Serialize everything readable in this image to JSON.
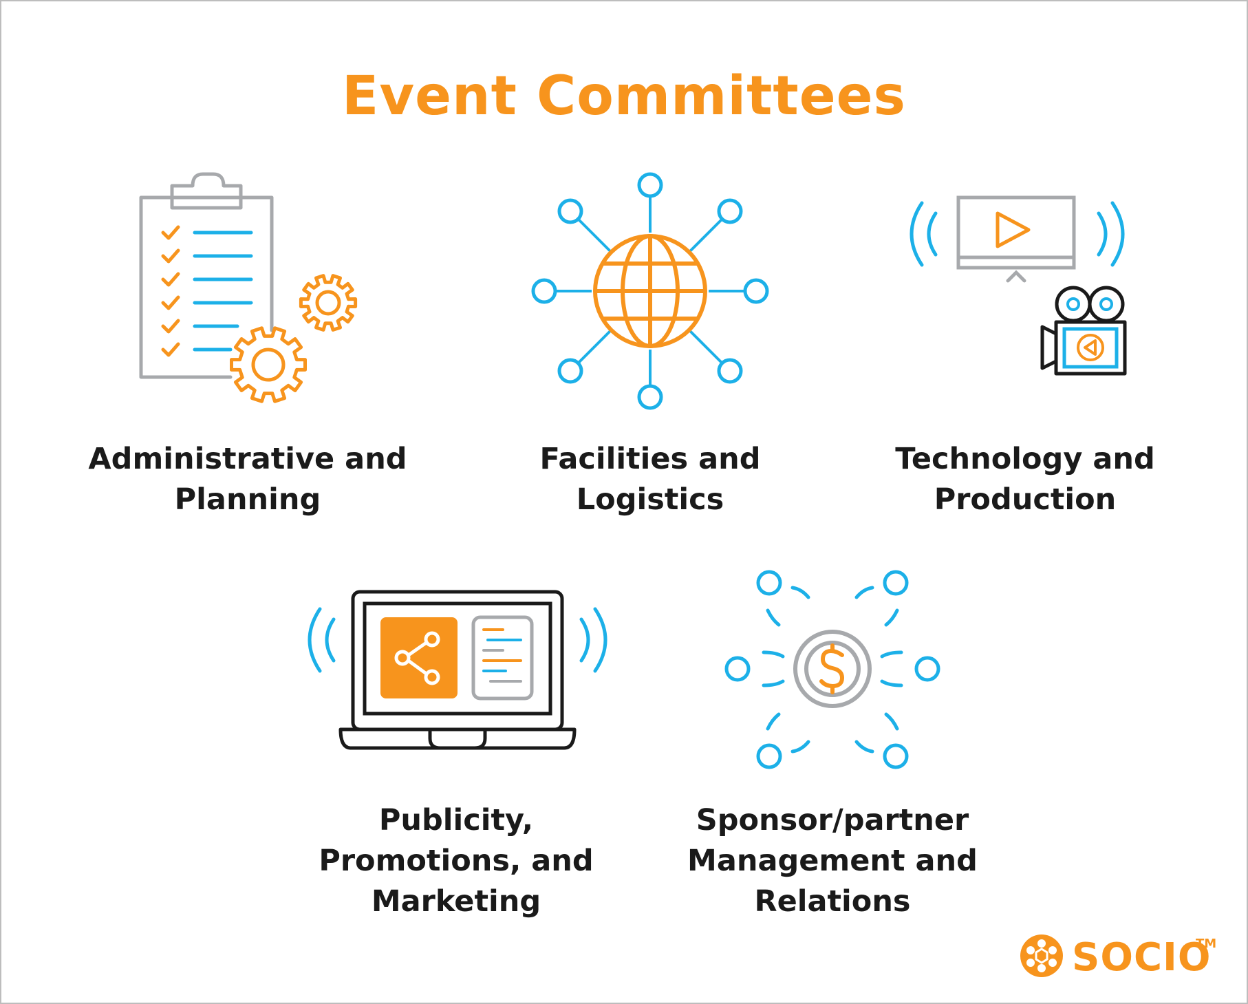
{
  "title": "Event Committees",
  "colors": {
    "orange": "#f7941d",
    "blue": "#1cb0e8",
    "gray": "#a7a9ac",
    "dark": "#1a1a1a",
    "border": "#bdbdbd"
  },
  "committees": [
    {
      "icon": "clipboard-gears-icon",
      "lines": [
        "Administrative and",
        "Planning"
      ]
    },
    {
      "icon": "globe-network-icon",
      "lines": [
        "Facilities and",
        "Logistics"
      ]
    },
    {
      "icon": "video-production-icon",
      "lines": [
        "Technology and",
        "Production"
      ]
    },
    {
      "icon": "laptop-share-icon",
      "lines": [
        "Publicity,",
        "Promotions, and",
        "Marketing"
      ]
    },
    {
      "icon": "dollar-network-icon",
      "lines": [
        "Sponsor/partner",
        "Management and",
        "Relations"
      ]
    }
  ],
  "brand": {
    "name": "SOCIO",
    "trademark": "TM"
  }
}
